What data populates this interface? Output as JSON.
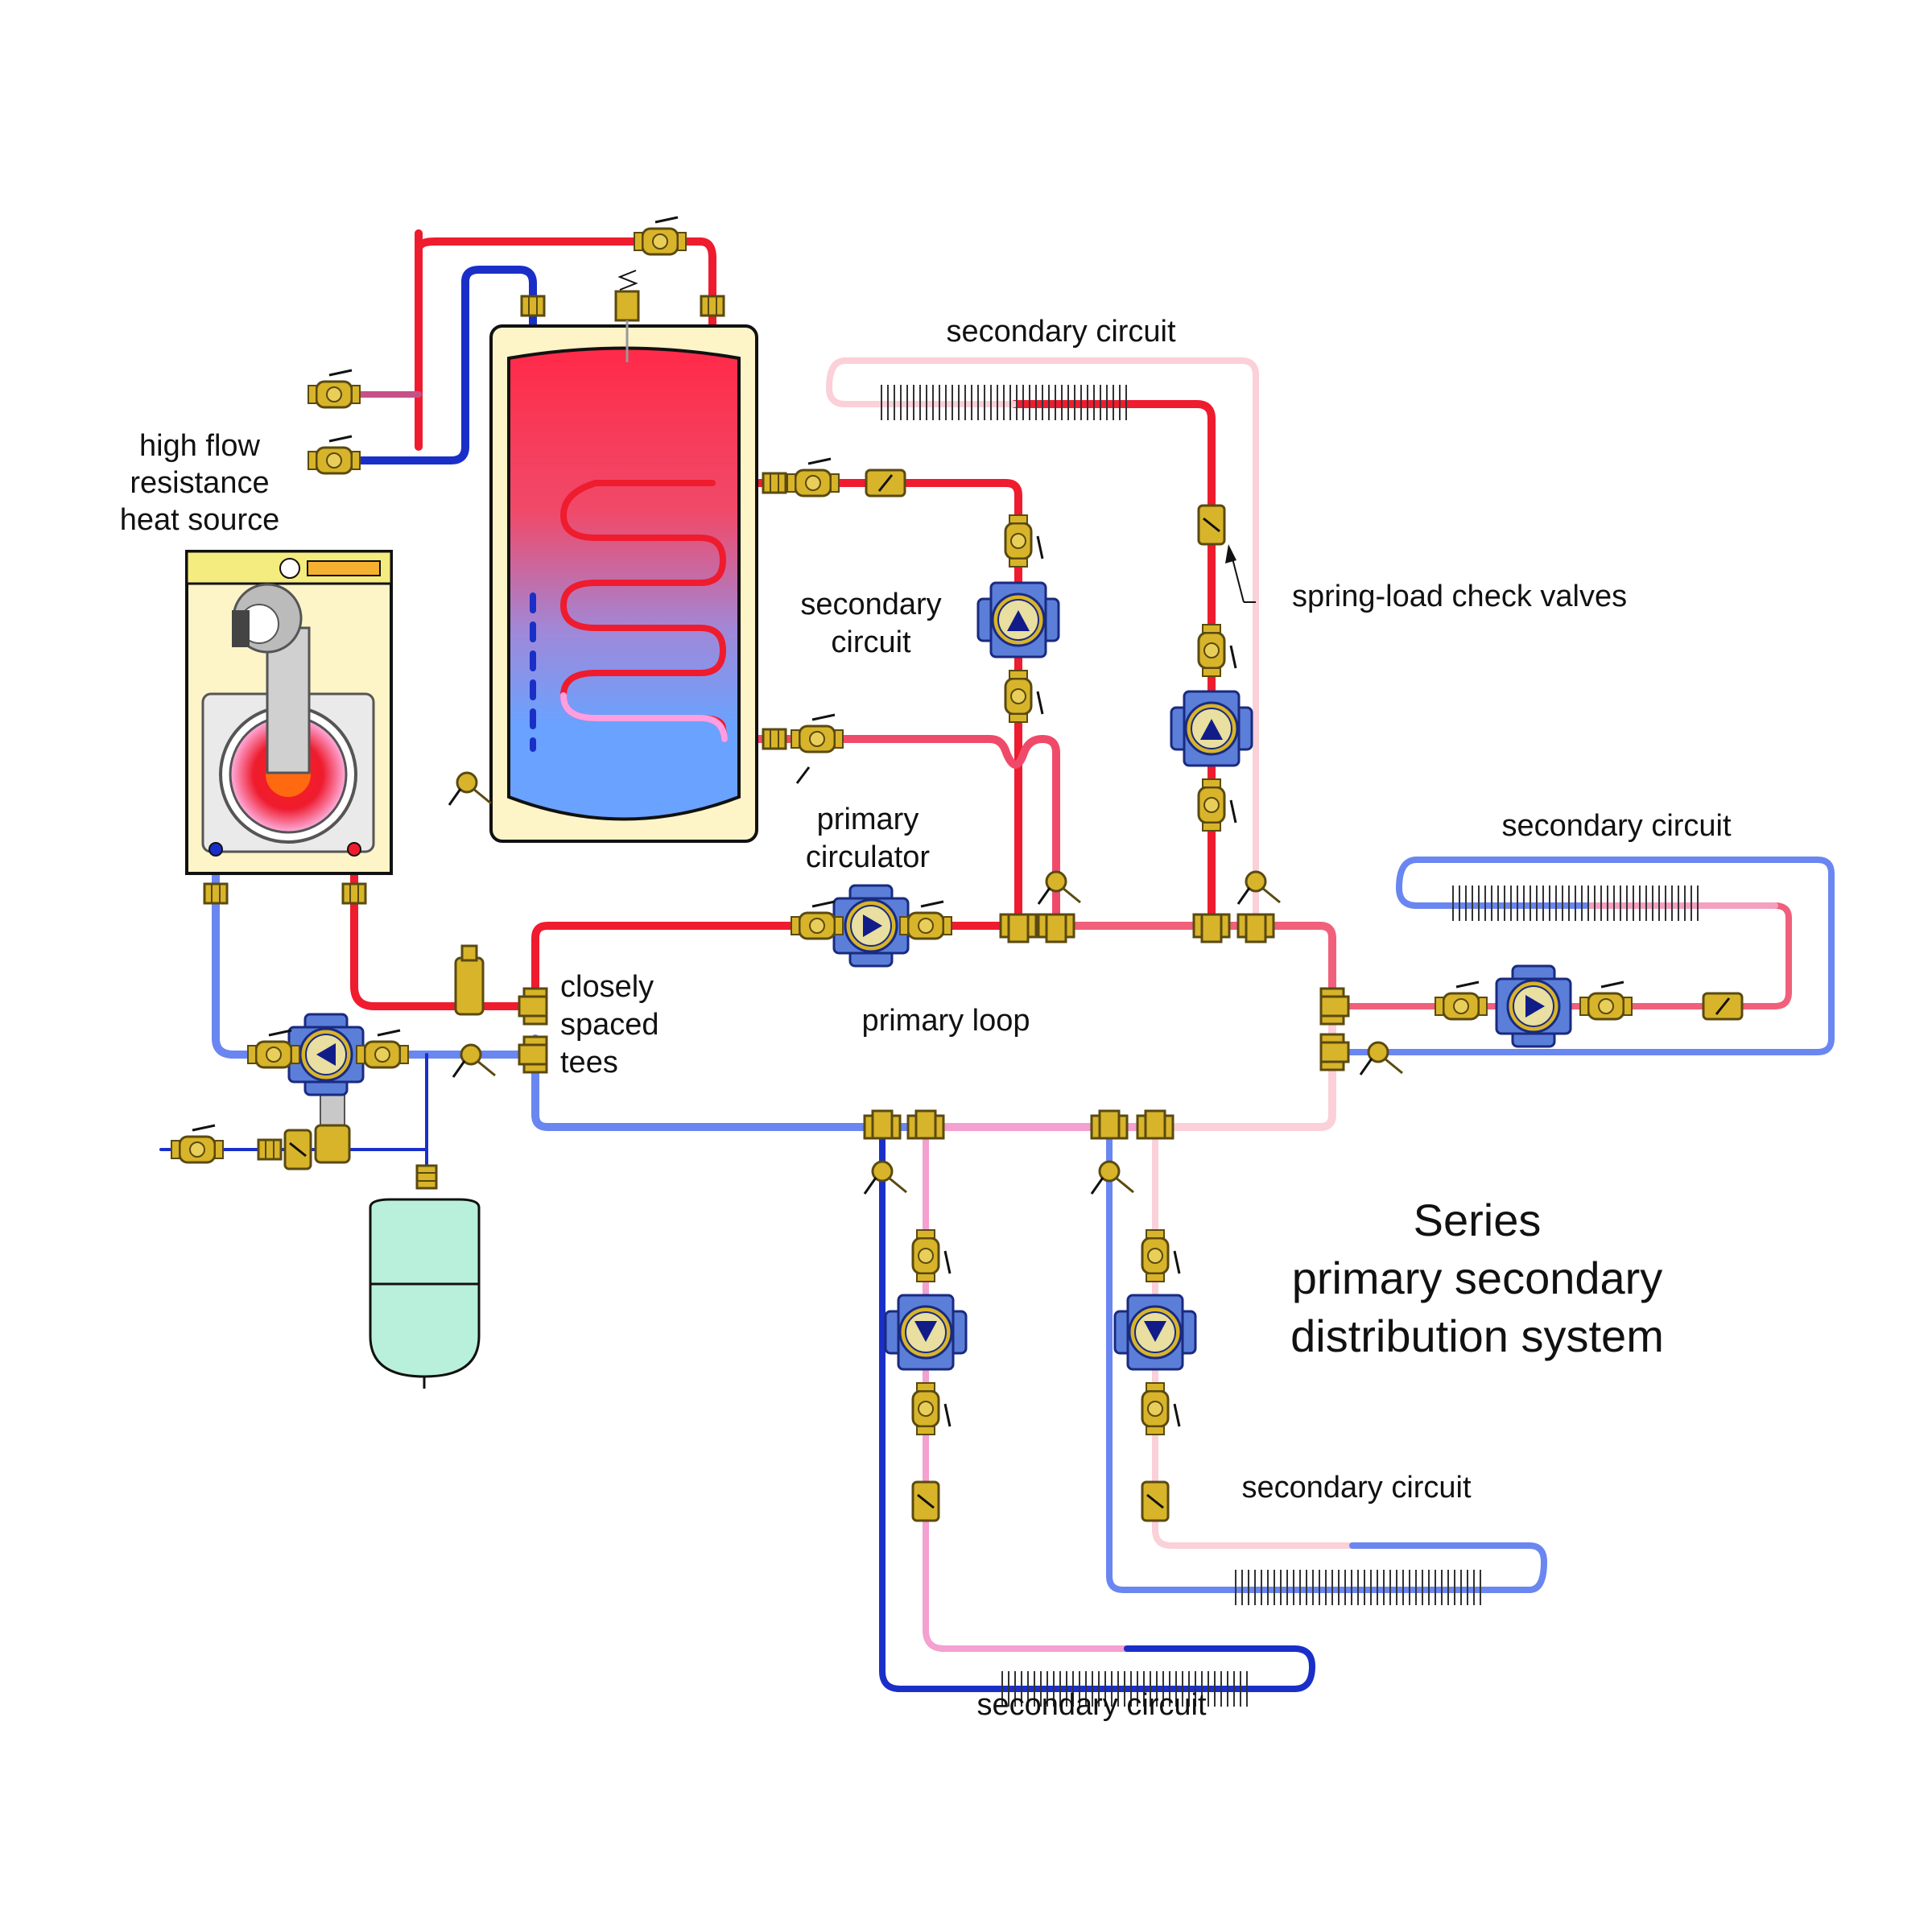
{
  "labels": {
    "heat_source": [
      "high flow",
      "resistance",
      "heat source"
    ],
    "secondary_top": "secondary circuit",
    "secondary_tank": [
      "secondary",
      "circuit"
    ],
    "check_valves": "spring-load check valves",
    "primary_circulator": [
      "primary",
      "circulator"
    ],
    "secondary_right": "secondary circuit",
    "closely_spaced_tees": [
      "closely",
      "spaced",
      "tees"
    ],
    "primary_loop": "primary loop",
    "secondary_bottom_right": "secondary circuit",
    "secondary_bottom": "secondary circuit"
  },
  "title": [
    "Series",
    "primary secondary",
    "distribution system"
  ],
  "colors": {
    "hot": "#ee1c2e",
    "warm": "#f0607a",
    "pink": "#f4a0d0",
    "pale": "#fbd0d8",
    "cool": "#6a86f0",
    "cold": "#1a2fc8",
    "brass": "#d8b42a",
    "pump_blue": "#5b7fd8",
    "tank_body": "#fdf4c8",
    "exp_tank": "#b8f0dc"
  }
}
